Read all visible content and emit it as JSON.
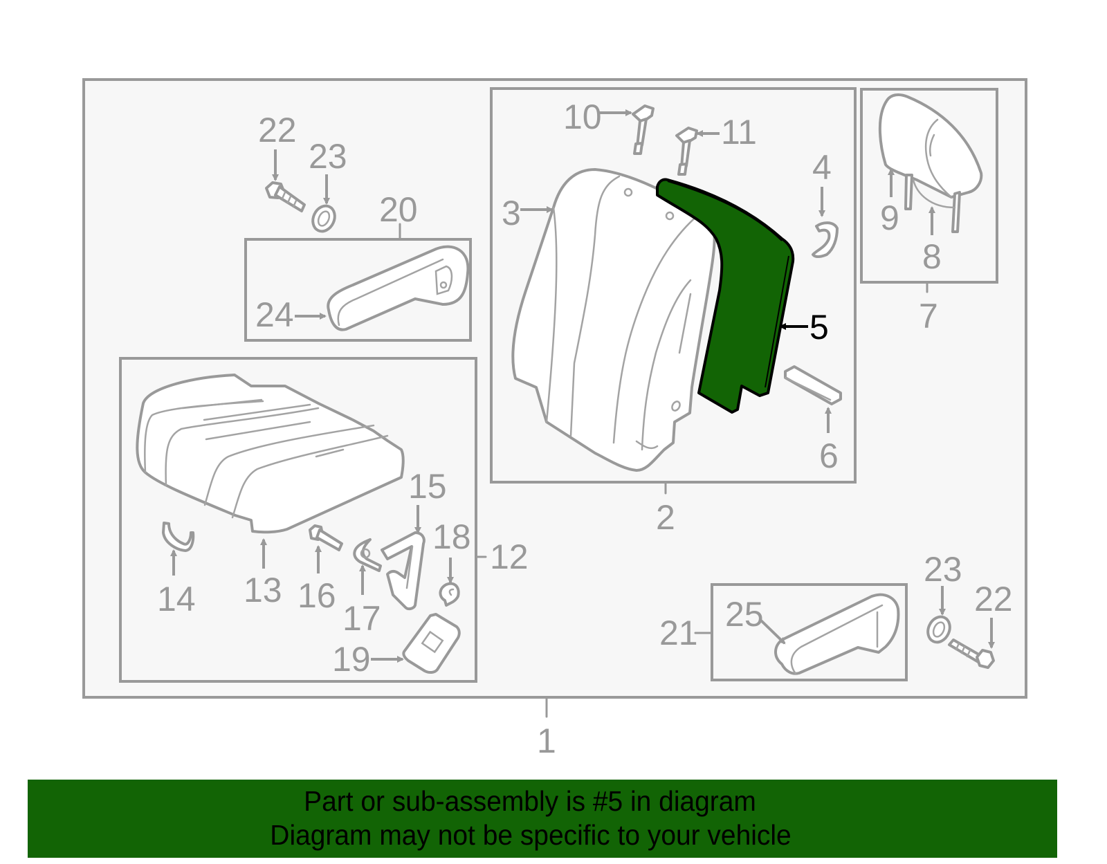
{
  "diagram": {
    "highlighted_part": "5",
    "highlight_color": "#126405",
    "line_color": "#999999",
    "background_color": "#f7f7f7",
    "labels": {
      "p1": "1",
      "p2": "2",
      "p3": "3",
      "p4": "4",
      "p5": "5",
      "p6": "6",
      "p7": "7",
      "p8": "8",
      "p9": "9",
      "p10": "10",
      "p11": "11",
      "p12": "12",
      "p13": "13",
      "p14": "14",
      "p15": "15",
      "p16": "16",
      "p17": "17",
      "p18": "18",
      "p19": "19",
      "p20": "20",
      "p21": "21",
      "p22a": "22",
      "p22b": "22",
      "p23a": "23",
      "p23b": "23",
      "p24": "24",
      "p25": "25"
    }
  },
  "banner": {
    "line1": "Part or sub-assembly is #5 in diagram",
    "line2": "Diagram may not be specific to your vehicle",
    "color": "#126405"
  }
}
